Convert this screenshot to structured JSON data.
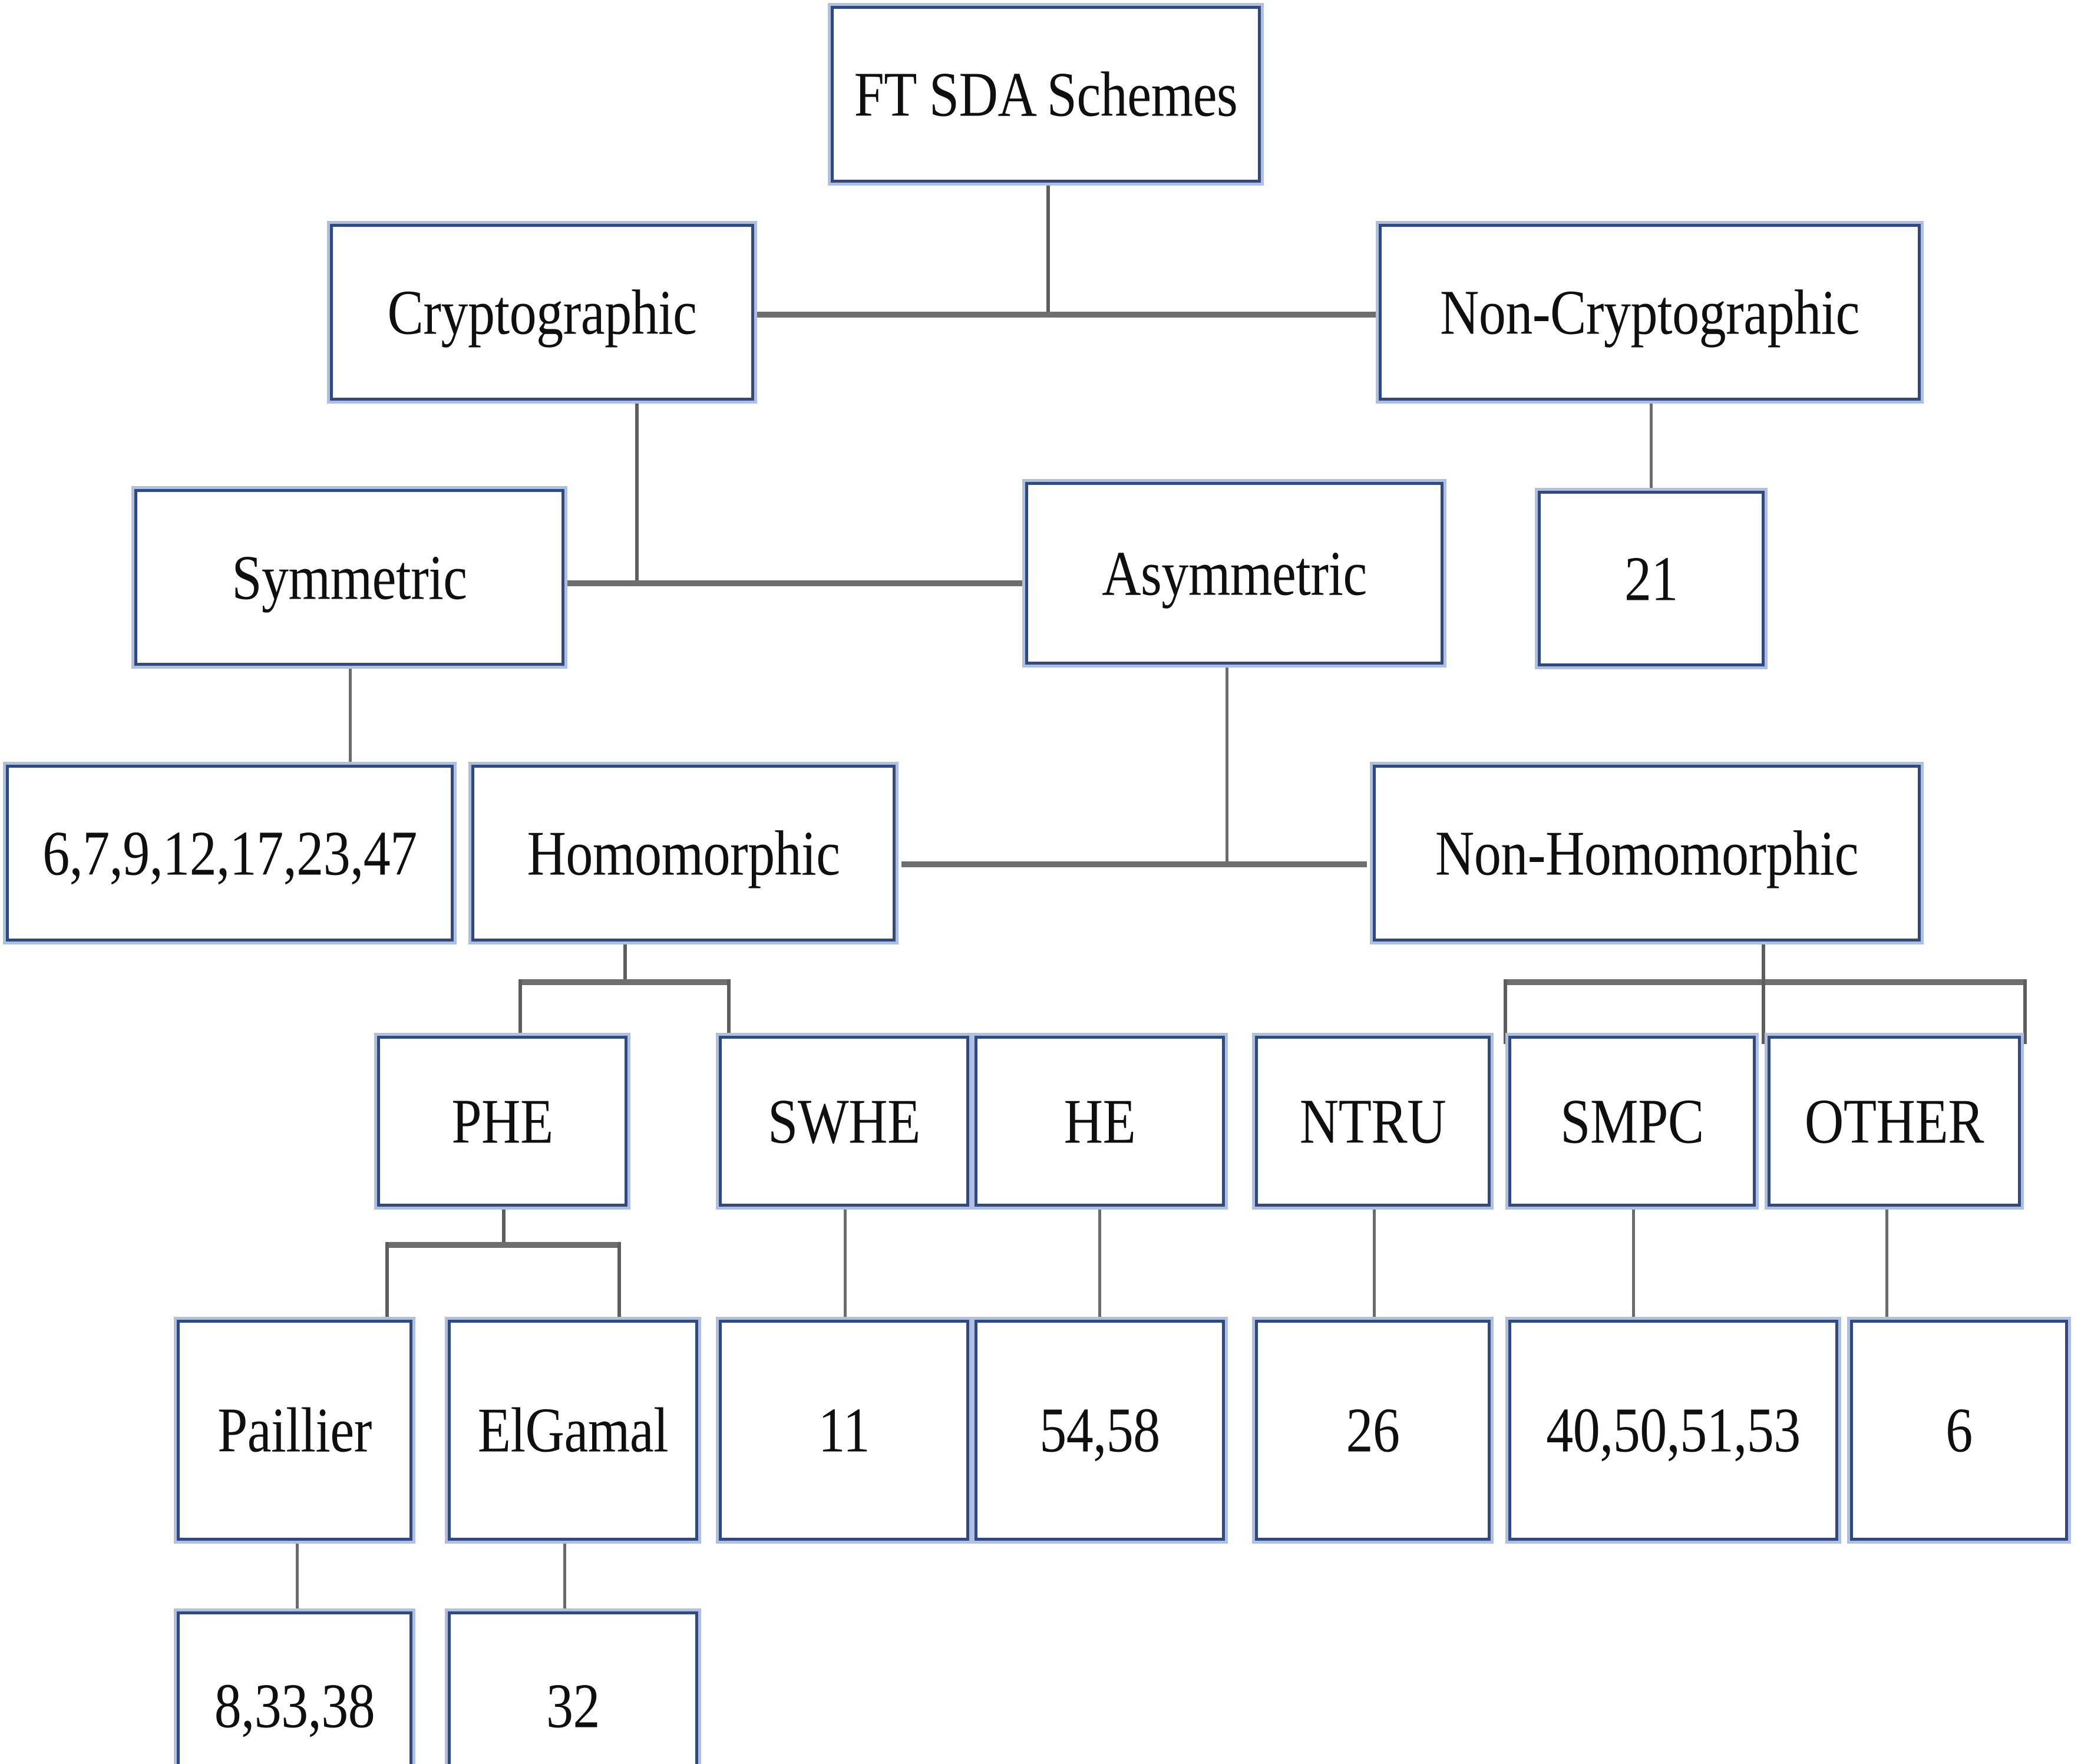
{
  "diagram": {
    "title_node": "FT SDA Schemes",
    "type": "hierarchy-tree",
    "accent_border_color": "#31497e",
    "accent_glow_color": "#aebfe0",
    "connector_color": "#5e5e5e",
    "background_color": "#ffffff",
    "nodes": [
      {
        "id": "root",
        "label": "FT SDA Schemes",
        "level": 0
      },
      {
        "id": "crypto",
        "label": "Cryptographic",
        "level": 1
      },
      {
        "id": "noncrypto",
        "label": "Non-Cryptographic",
        "level": 1
      },
      {
        "id": "symmetric",
        "label": "Symmetric",
        "level": 2
      },
      {
        "id": "asymmetric",
        "label": "Asymmetric",
        "level": 2
      },
      {
        "id": "nc_refs",
        "label": "21",
        "level": 2
      },
      {
        "id": "sym_refs",
        "label": "6,7,9,12,17,23,47",
        "level": 3
      },
      {
        "id": "homomorphic",
        "label": "Homomorphic",
        "level": 3
      },
      {
        "id": "nonhomo",
        "label": "Non-Homomorphic",
        "level": 3
      },
      {
        "id": "phe",
        "label": "PHE",
        "level": 4
      },
      {
        "id": "swhe",
        "label": "SWHE",
        "level": 4
      },
      {
        "id": "he",
        "label": "HE",
        "level": 4
      },
      {
        "id": "ntru",
        "label": "NTRU",
        "level": 4
      },
      {
        "id": "smpc",
        "label": "SMPC",
        "level": 4
      },
      {
        "id": "other",
        "label": "OTHER",
        "level": 4
      },
      {
        "id": "paillier",
        "label": "Paillier",
        "level": 5
      },
      {
        "id": "elgamal",
        "label": "ElGamal",
        "level": 5
      },
      {
        "id": "swhe_refs",
        "label": "11",
        "level": 5
      },
      {
        "id": "he_refs",
        "label": "54,58",
        "level": 5
      },
      {
        "id": "ntru_refs",
        "label": "26",
        "level": 5
      },
      {
        "id": "smpc_refs",
        "label": "40,50,51,53",
        "level": 5
      },
      {
        "id": "other_refs",
        "label": "6",
        "level": 5
      },
      {
        "id": "paillier_refs",
        "label": "8,33,38",
        "level": 6
      },
      {
        "id": "elgamal_refs",
        "label": "32",
        "level": 6
      }
    ],
    "edges": [
      {
        "from": "root",
        "to": "crypto"
      },
      {
        "from": "root",
        "to": "noncrypto"
      },
      {
        "from": "crypto",
        "to": "symmetric"
      },
      {
        "from": "crypto",
        "to": "asymmetric"
      },
      {
        "from": "noncrypto",
        "to": "nc_refs"
      },
      {
        "from": "symmetric",
        "to": "sym_refs"
      },
      {
        "from": "asymmetric",
        "to": "homomorphic"
      },
      {
        "from": "asymmetric",
        "to": "nonhomo"
      },
      {
        "from": "homomorphic",
        "to": "phe"
      },
      {
        "from": "homomorphic",
        "to": "swhe"
      },
      {
        "from": "nonhomo",
        "to": "ntru"
      },
      {
        "from": "nonhomo",
        "to": "smpc"
      },
      {
        "from": "nonhomo",
        "to": "other"
      },
      {
        "from": "phe",
        "to": "paillier"
      },
      {
        "from": "phe",
        "to": "elgamal"
      },
      {
        "from": "swhe",
        "to": "swhe_refs"
      },
      {
        "from": "he",
        "to": "he_refs"
      },
      {
        "from": "ntru",
        "to": "ntru_refs"
      },
      {
        "from": "smpc",
        "to": "smpc_refs"
      },
      {
        "from": "other",
        "to": "other_refs"
      },
      {
        "from": "paillier",
        "to": "paillier_refs"
      },
      {
        "from": "elgamal",
        "to": "elgamal_refs"
      }
    ]
  }
}
